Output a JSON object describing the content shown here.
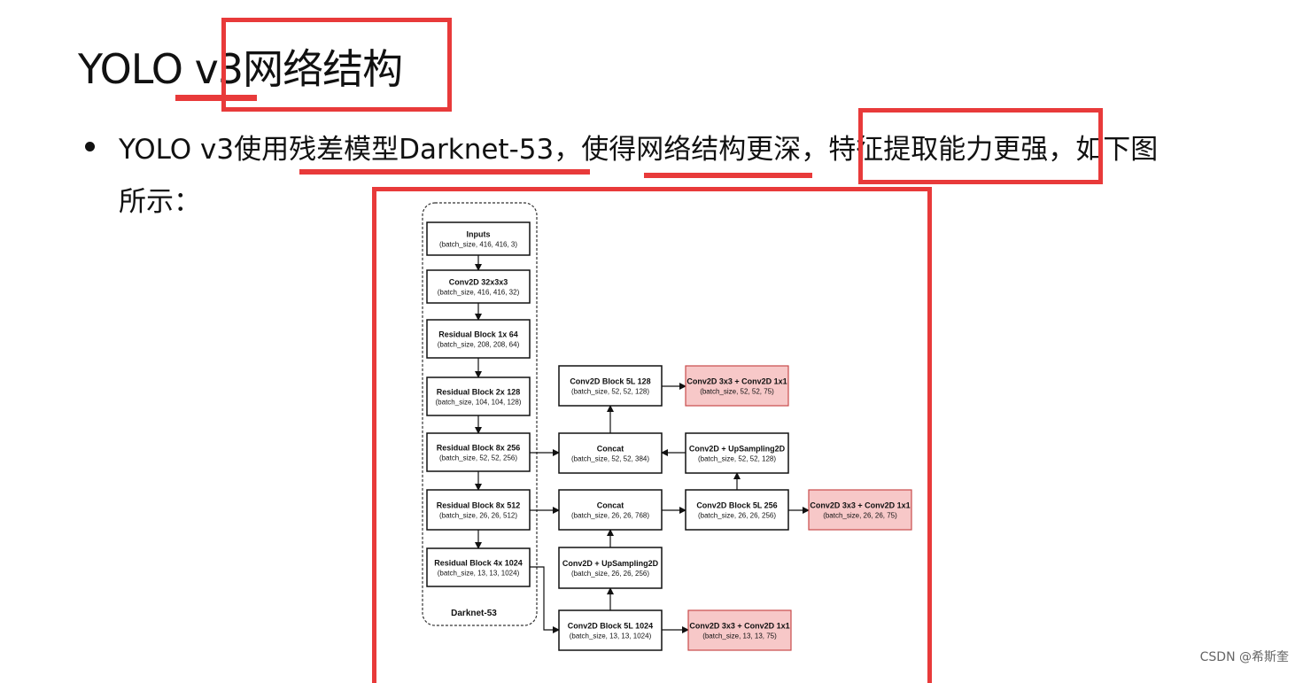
{
  "slide": {
    "title_latin": "YOLO v3",
    "title_cjk": "网络结构",
    "bullet_line1": "YOLO v3使用残差模型Darknet-53，使得网络结构更深，特征提取能力更强，如下图",
    "bullet_line2": "所示：",
    "watermark": "CSDN @希斯奎"
  },
  "colors": {
    "annotation_red": "#e83a3a",
    "output_fill": "#f7c8c8",
    "output_stroke": "#c94b4b"
  },
  "diagram": {
    "group_label": "Darknet-53",
    "nodes": [
      {
        "id": "inputs",
        "title": "Inputs",
        "sub": "(batch_size, 416, 416, 3)"
      },
      {
        "id": "conv32",
        "title": "Conv2D 32x3x3",
        "sub": "(batch_size, 416, 416, 32)"
      },
      {
        "id": "res1",
        "title": "Residual Block 1x  64",
        "sub": "(batch_size, 208, 208, 64)"
      },
      {
        "id": "res2",
        "title": "Residual Block 2x  128",
        "sub": "(batch_size, 104, 104, 128)"
      },
      {
        "id": "res8a",
        "title": "Residual Block 8x  256",
        "sub": "(batch_size, 52, 52, 256)"
      },
      {
        "id": "res8b",
        "title": "Residual Block 8x  512",
        "sub": "(batch_size, 26, 26, 512)"
      },
      {
        "id": "res4",
        "title": "Residual Block 4x  1024",
        "sub": "(batch_size, 13, 13, 1024)"
      },
      {
        "id": "cb128",
        "title": "Conv2D Block 5L  128",
        "sub": "(batch_size, 52, 52, 128)"
      },
      {
        "id": "concat52",
        "title": "Concat",
        "sub": "(batch_size, 52, 52, 384)"
      },
      {
        "id": "concat26",
        "title": "Concat",
        "sub": "(batch_size, 26, 26, 768)"
      },
      {
        "id": "up256",
        "title": "Conv2D + UpSampling2D",
        "sub": "(batch_size, 26, 26, 256)"
      },
      {
        "id": "cb1024",
        "title": "Conv2D Block 5L  1024",
        "sub": "(batch_size, 13, 13, 1024)"
      },
      {
        "id": "out52",
        "title": "Conv2D 3x3 + Conv2D 1x1",
        "sub": "(batch_size, 52, 52, 75)"
      },
      {
        "id": "up128",
        "title": "Conv2D + UpSampling2D",
        "sub": "(batch_size, 52, 52, 128)"
      },
      {
        "id": "cb256",
        "title": "Conv2D Block 5L  256",
        "sub": "(batch_size, 26, 26, 256)"
      },
      {
        "id": "out26",
        "title": "Conv2D 3x3 + Conv2D 1x1",
        "sub": "(batch_size, 26, 26, 75)"
      },
      {
        "id": "out13",
        "title": "Conv2D 3x3 + Conv2D 1x1",
        "sub": "(batch_size, 13, 13, 75)"
      }
    ]
  }
}
